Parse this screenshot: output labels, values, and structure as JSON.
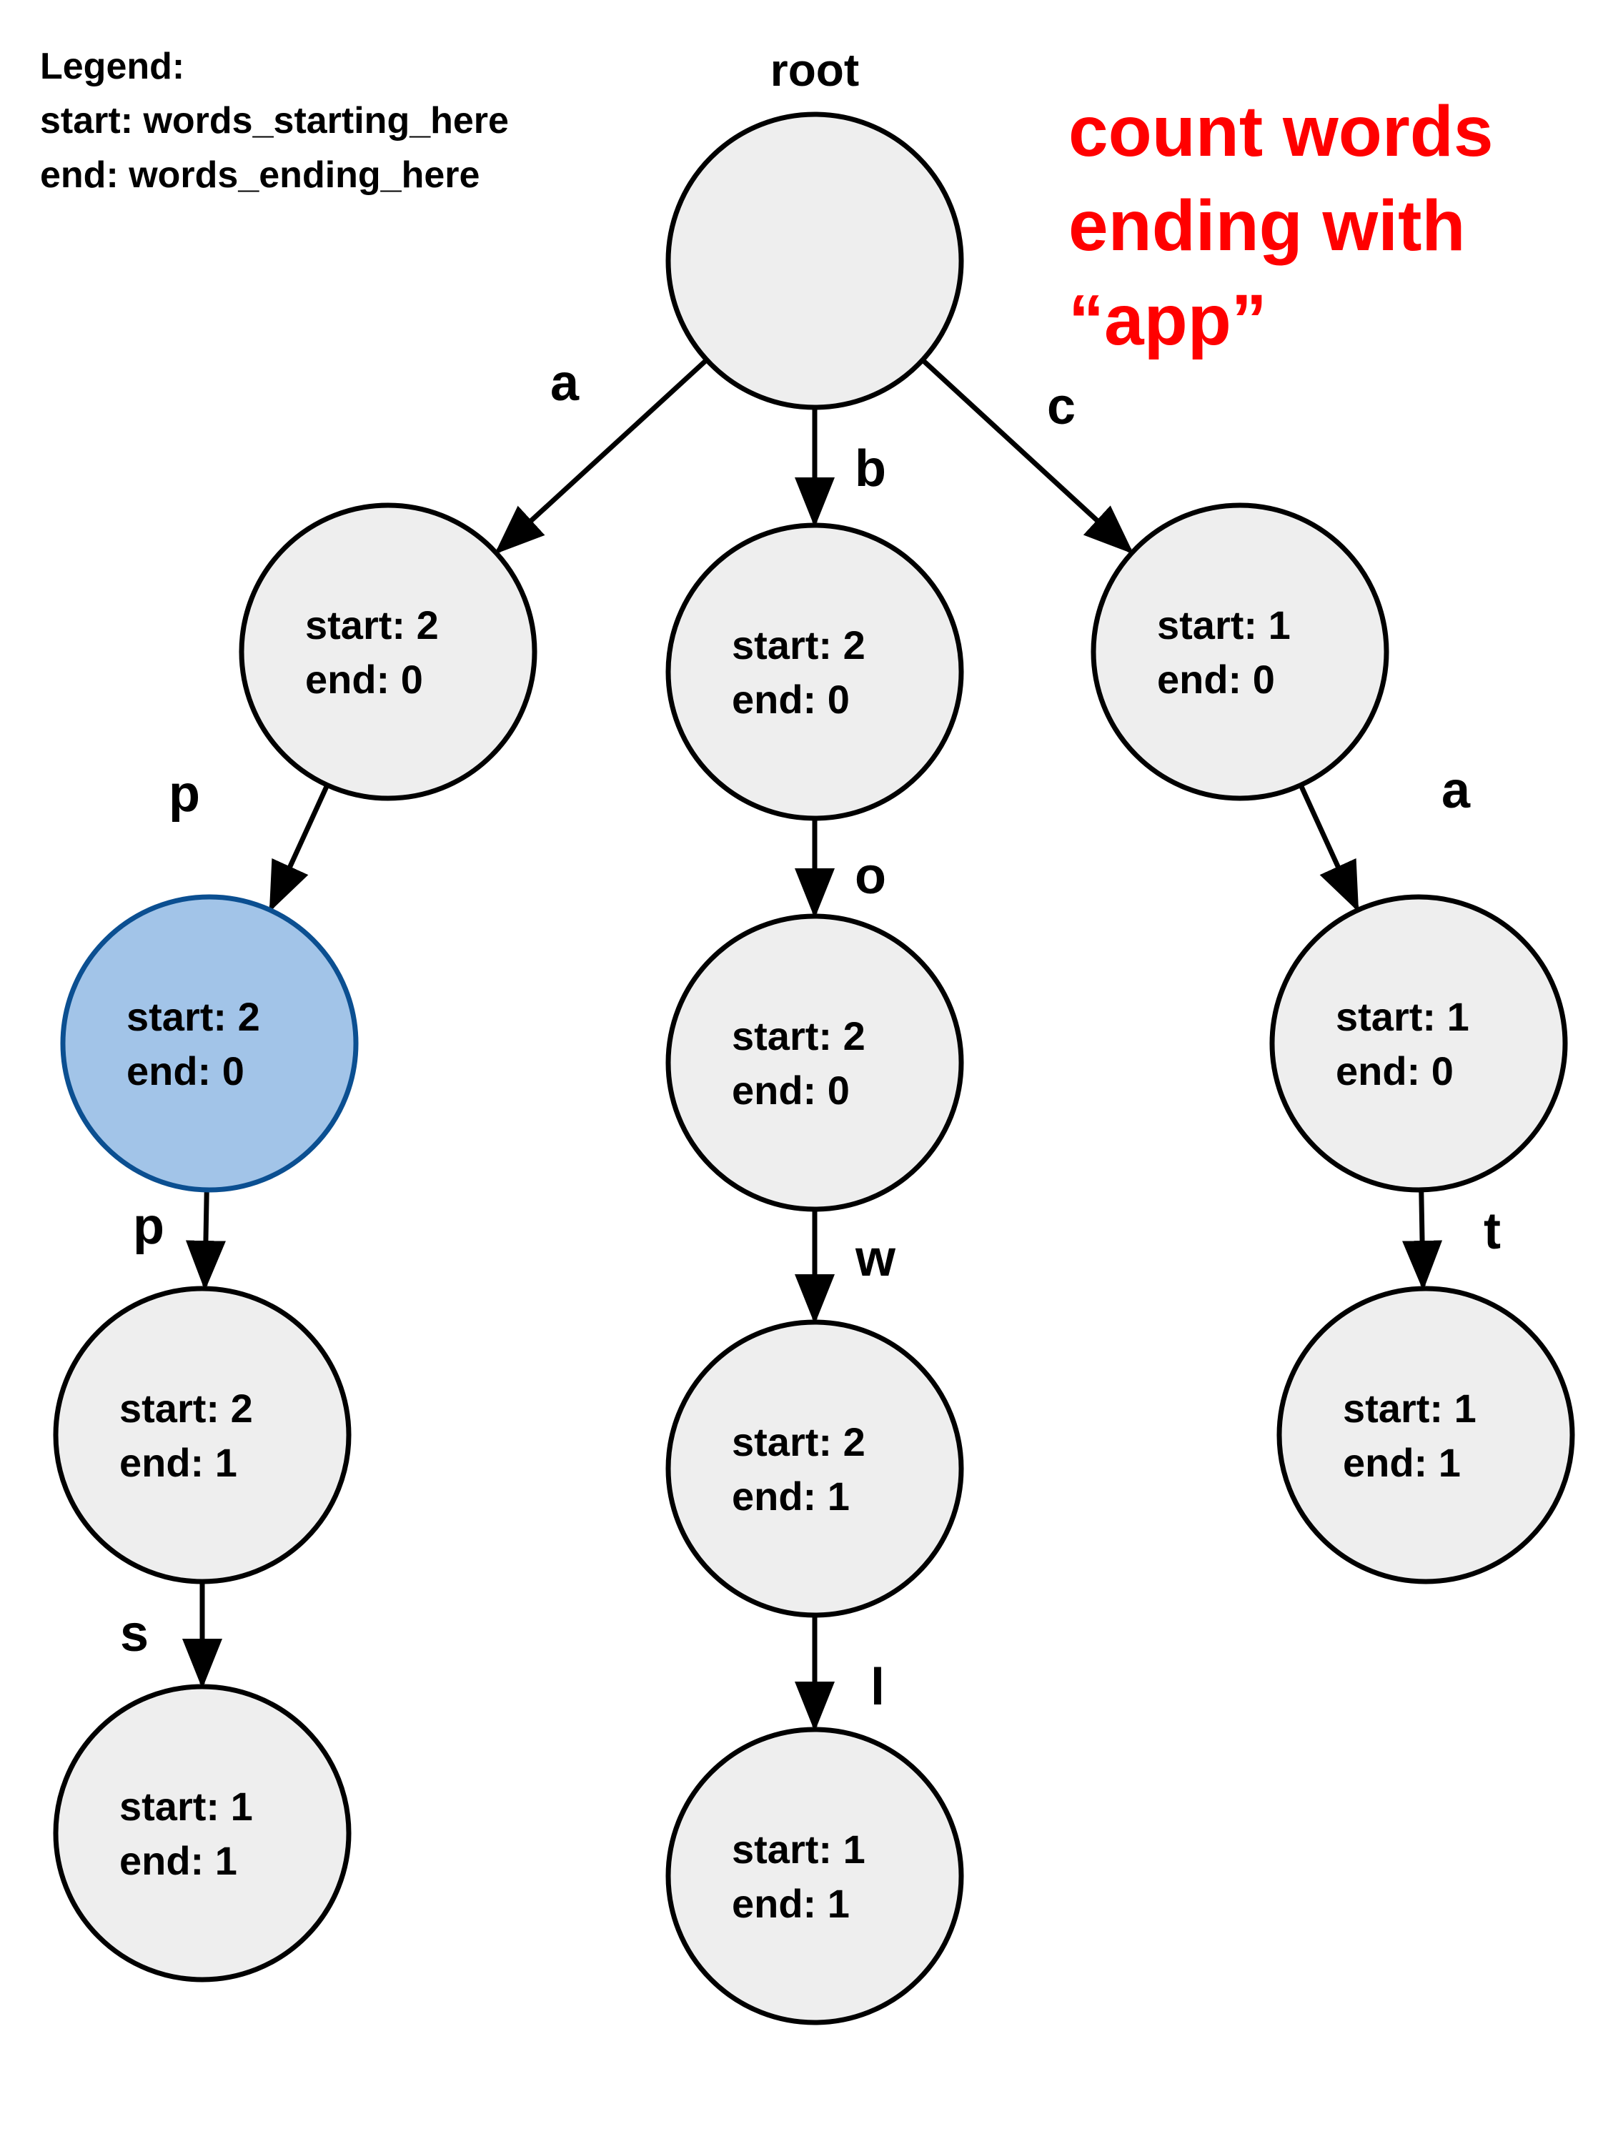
{
  "legend": {
    "title": "Legend:",
    "start_line": "start: words_starting_here",
    "end_line": "end: words_ending_here"
  },
  "caption": {
    "lines": [
      "count words",
      "ending with",
      "“app”"
    ],
    "color": "#ff0000"
  },
  "root_label": "root",
  "colors": {
    "node_fill": "#eeeeee",
    "node_stroke": "#000000",
    "highlight_fill": "#a2c4e8",
    "highlight_stroke": "#0b4f91",
    "edge": "#000000"
  },
  "nodes": [
    {
      "id": "root",
      "start": "",
      "end": "",
      "highlighted": false
    },
    {
      "id": "a",
      "start": "start: 2",
      "end": "end: 0",
      "highlighted": false
    },
    {
      "id": "b",
      "start": "start: 2",
      "end": "end: 0",
      "highlighted": false
    },
    {
      "id": "c",
      "start": "start: 1",
      "end": "end: 0",
      "highlighted": false
    },
    {
      "id": "ap",
      "start": "start: 2",
      "end": "end: 0",
      "highlighted": true
    },
    {
      "id": "bo",
      "start": "start: 2",
      "end": "end: 0",
      "highlighted": false
    },
    {
      "id": "ca",
      "start": "start: 1",
      "end": "end: 0",
      "highlighted": false
    },
    {
      "id": "app",
      "start": "start: 2",
      "end": "end: 1",
      "highlighted": false
    },
    {
      "id": "bow",
      "start": "start: 2",
      "end": "end: 1",
      "highlighted": false
    },
    {
      "id": "cat",
      "start": "start: 1",
      "end": "end: 1",
      "highlighted": false
    },
    {
      "id": "apps",
      "start": "start: 1",
      "end": "end: 1",
      "highlighted": false
    },
    {
      "id": "bowl",
      "start": "start: 1",
      "end": "end: 1",
      "highlighted": false
    }
  ],
  "edges": [
    {
      "from": "root",
      "to": "a",
      "label": "a"
    },
    {
      "from": "root",
      "to": "b",
      "label": "b"
    },
    {
      "from": "root",
      "to": "c",
      "label": "c"
    },
    {
      "from": "a",
      "to": "ap",
      "label": "p"
    },
    {
      "from": "b",
      "to": "bo",
      "label": "o"
    },
    {
      "from": "c",
      "to": "ca",
      "label": "a"
    },
    {
      "from": "ap",
      "to": "app",
      "label": "p"
    },
    {
      "from": "bo",
      "to": "bow",
      "label": "w"
    },
    {
      "from": "ca",
      "to": "cat",
      "label": "t"
    },
    {
      "from": "app",
      "to": "apps",
      "label": "s"
    },
    {
      "from": "bow",
      "to": "bowl",
      "label": "l"
    }
  ]
}
